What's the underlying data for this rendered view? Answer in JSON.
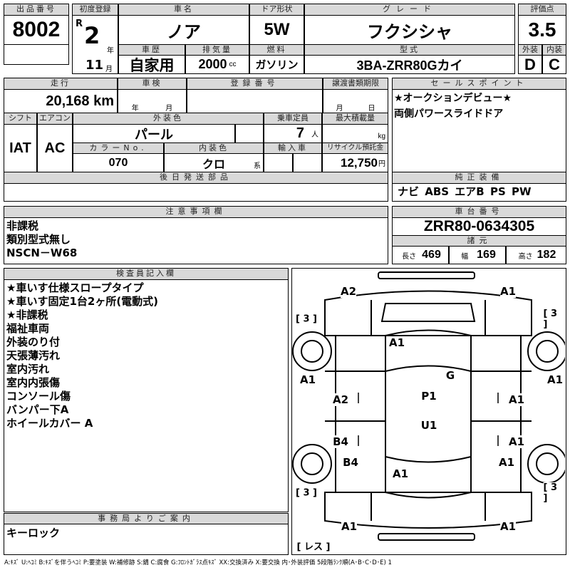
{
  "lot": {
    "label": "出品番号",
    "value": "8002"
  },
  "vehicle": {
    "first_reg_label": "初度登録",
    "era": "R",
    "year": "2",
    "year_unit": "年",
    "month": "11",
    "month_unit": "月",
    "name_label": "車名",
    "name": "ノア",
    "door_label": "ドア形状",
    "door": "5W",
    "grade_label": "グレード",
    "grade": "フクシシャ",
    "history_label": "車歴",
    "history": "自家用",
    "displacement_label": "排気量",
    "displacement": "2000",
    "displacement_unit": "cc",
    "fuel_label": "燃料",
    "fuel": "ガソリン",
    "model_label": "型式",
    "model": "3BA-ZRR80Gカイ"
  },
  "score": {
    "label": "評価点",
    "value": "3.5",
    "ext_label": "外装",
    "int_label": "内装",
    "ext": "D",
    "int": "C"
  },
  "details": {
    "mileage_label": "走行",
    "mileage": "20,168 km",
    "inspection_label": "車検",
    "inspection_year": "年",
    "inspection_month": "月",
    "reg_no_label": "登録番号",
    "transfer_label": "譲渡書類期限",
    "transfer_month": "月",
    "transfer_day": "日",
    "shift_label": "シフト",
    "shift": "IAT",
    "ac_label": "エアコン",
    "ac": "AC",
    "ext_color_label": "外装色",
    "ext_color": "パール",
    "capacity_label": "乗車定員",
    "capacity": "7",
    "capacity_unit": "人",
    "load_label": "最大積載量",
    "load_unit": "kg",
    "color_no_label": "カラーNo.",
    "color_no": "070",
    "int_color_label": "内装色",
    "int_color": "クロ",
    "int_color_unit": "系",
    "import_label": "輸入車",
    "recycle_label": "リサイクル預託金",
    "recycle": "12,750",
    "recycle_unit": "円",
    "parts_label": "後日発送部品"
  },
  "sales": {
    "label": "セールスポイント",
    "lines": [
      "★オークションデビュー★",
      "両側パワースライドドア"
    ]
  },
  "equipment": {
    "label": "純正装備",
    "value": "ナビ ABS エアB PS PW"
  },
  "notes": {
    "label": "注意事項欄",
    "lines": [
      "非課税",
      "類別型式無し",
      "NSCN－W68"
    ]
  },
  "chassis": {
    "label": "車台番号",
    "value": "ZRR80-0634305",
    "spec_label": "諸元",
    "length_label": "長さ",
    "length": "469",
    "width_label": "幅",
    "width": "169",
    "height_label": "高さ",
    "height": "182"
  },
  "inspector": {
    "label": "検査員記入欄",
    "lines": [
      "★車いす仕様スロープタイプ",
      "★車いす固定1台2ヶ所(電動式)",
      "★非課税",
      "福祉車両",
      "外装のり付",
      "天張薄汚れ",
      "室内汚れ",
      "室内内張傷",
      "コンソール傷",
      "バンパー下A",
      "ホイールカバー A"
    ]
  },
  "office": {
    "label": "事務局よりご案内",
    "value": "キーロック"
  },
  "diagram": {
    "marks": [
      "A2",
      "A1",
      "[ 3 ]",
      "[ 3 ]",
      "A1",
      "G",
      "A1",
      "A1",
      "A2",
      "P1",
      "A1",
      "U1",
      "B4",
      "A1",
      "B4",
      "A1",
      "A1",
      "[ 3 ]",
      "[ 3 ]",
      "A1",
      "A1",
      "[ レス ]"
    ]
  },
  "legend": "A:ｷｽﾞ U:ﾍｺﾐ B:ｷｽﾞを伴うﾍｺﾐ P:要塗装 W:補修跡 S:錆 C:腐食 G:ﾌﾛﾝﾄｶﾞﾗｽ点ｷｽﾞ XX:交換済み X:要交換 内･外装評価 5段階ﾗﾝｸ順(A･B･C･D･E) 1"
}
